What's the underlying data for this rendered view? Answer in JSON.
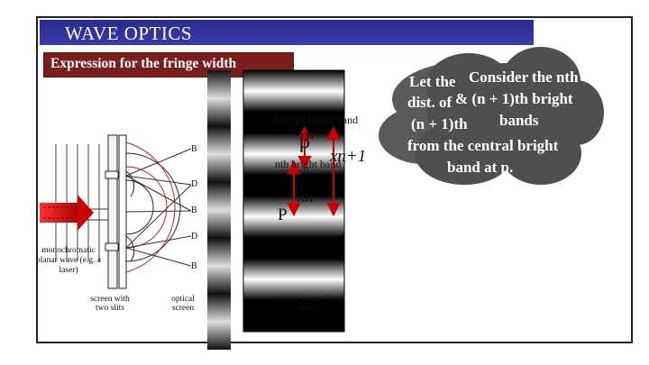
{
  "header": {
    "title": "WAVE OPTICS",
    "subtitle": "Expression for the fringe width"
  },
  "diagram_labels": {
    "band_n1": "(n+1)th bright band",
    "band_n": "nth bright band",
    "beta_prime": "β'",
    "x_n1": "xn+1",
    "x_n": "xn",
    "point_p": "P",
    "b_label": "B",
    "d_label": "D",
    "source": "monochromatic planar wave (e.g. a laser)",
    "slits": "screen with two slits",
    "optical_screen": "optical screen",
    "screen_front": "optical screen (front view)"
  },
  "callout": {
    "back_lines": [
      "Let the",
      "dist. of",
      "(n + 1)th",
      "from"
    ],
    "front_lines": [
      "Consider the nth",
      "& (n + 1)th bright",
      "bands",
      "from the central bright",
      "band at p."
    ]
  },
  "colors": {
    "title_bg": "#2b2b8f",
    "subtitle_bg": "#7a1d1d",
    "cloud": "#4f4f4f",
    "arrow": "#cc0000"
  }
}
